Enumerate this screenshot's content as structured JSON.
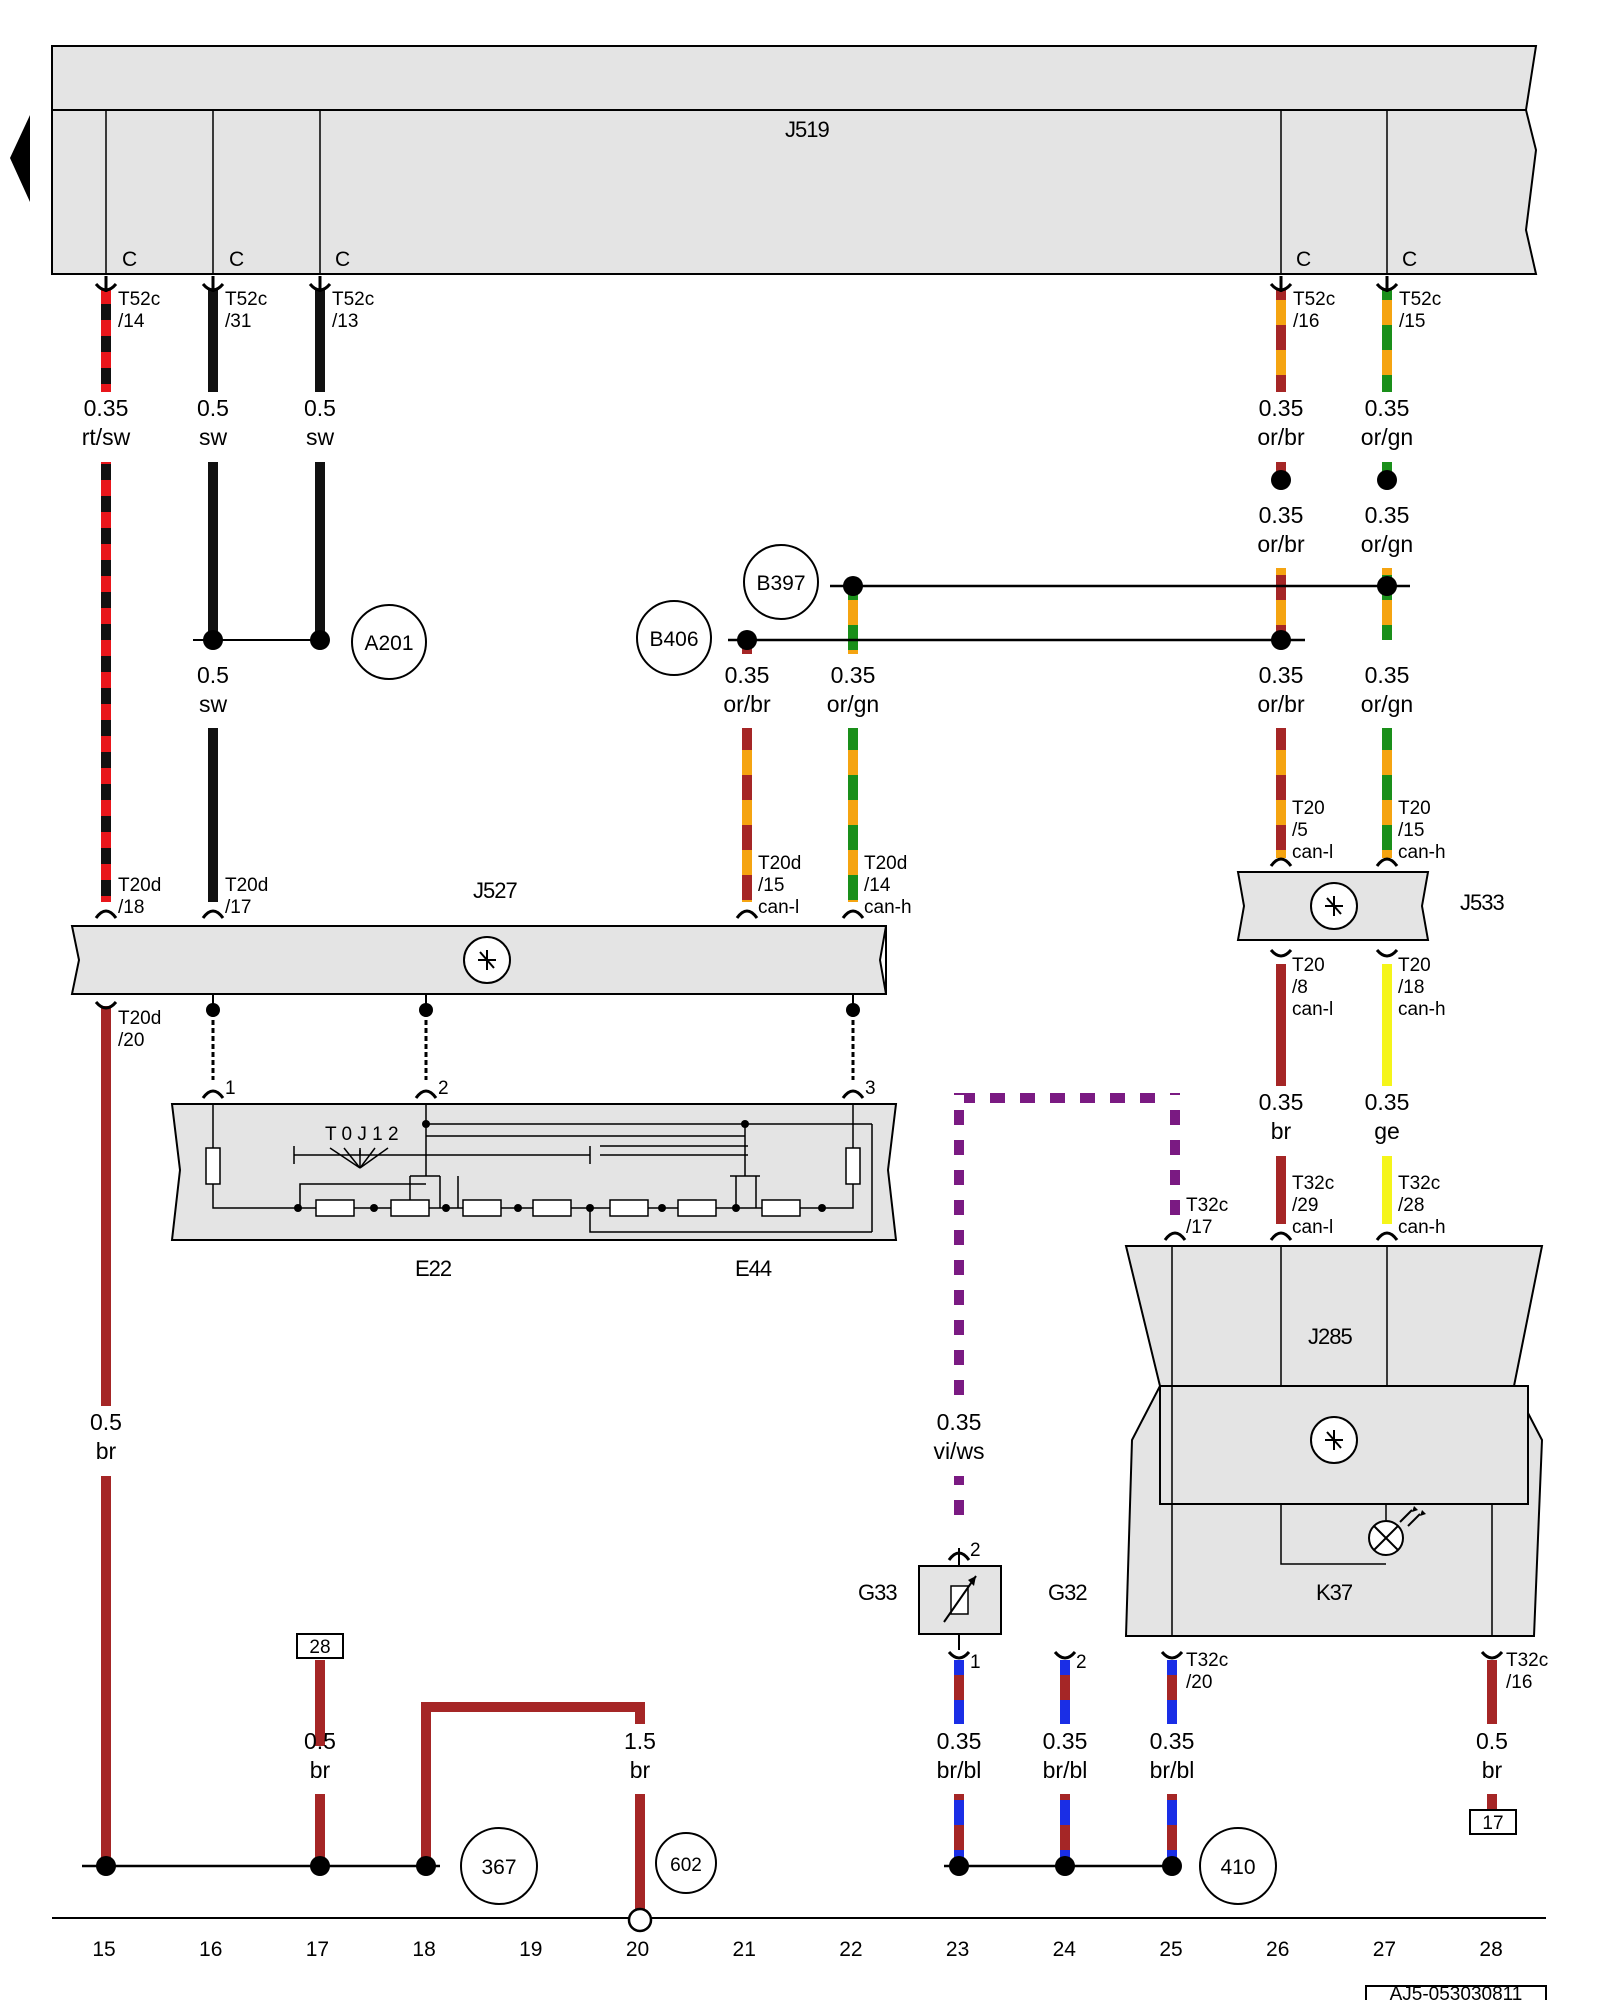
{
  "diagram": {
    "doc_id": "AJ5-053030811",
    "components": {
      "J519": "J519",
      "J527": "J527",
      "J533": "J533",
      "J285": "J285",
      "E22": "E22",
      "E44": "E44",
      "G33": "G33",
      "G32": "G32",
      "K37": "K37"
    },
    "e22_switch_label": "T 0 J 1 2",
    "connector_c": "C",
    "connectors": {
      "t52c_14": [
        "T52c",
        "/14"
      ],
      "t52c_31": [
        "T52c",
        "/31"
      ],
      "t52c_13": [
        "T52c",
        "/13"
      ],
      "t52c_16": [
        "T52c",
        "/16"
      ],
      "t52c_15": [
        "T52c",
        "/15"
      ],
      "t20d_18": [
        "T20d",
        "/18"
      ],
      "t20d_17": [
        "T20d",
        "/17"
      ],
      "t20d_15": [
        "T20d",
        "/15",
        "can-l"
      ],
      "t20d_14": [
        "T20d",
        "/14",
        "can-h"
      ],
      "t20d_20": [
        "T20d",
        "/20"
      ],
      "t20_5": [
        "T20",
        "/5",
        "can-l"
      ],
      "t20_15": [
        "T20",
        "/15",
        "can-h"
      ],
      "t20_8": [
        "T20",
        "/8",
        "can-l"
      ],
      "t20_18": [
        "T20",
        "/18",
        "can-h"
      ],
      "t32c_17": [
        "T32c",
        "/17"
      ],
      "t32c_29": [
        "T32c",
        "/29",
        "can-l"
      ],
      "t32c_28": [
        "T32c",
        "/28",
        "can-h"
      ],
      "t32c_20": [
        "T32c",
        "/20"
      ],
      "t32c_16": [
        "T32c",
        "/16"
      ],
      "pin1": "1",
      "pin2": "2",
      "pin3": "3",
      "g33_pin2": "2",
      "g33_pin1": "1",
      "g32_pin2": "2"
    },
    "wires": {
      "w15_top": [
        "0.35",
        "rt/sw"
      ],
      "w16_top": [
        "0.5",
        "sw"
      ],
      "w17_top": [
        "0.5",
        "sw"
      ],
      "w26_top": [
        "0.35",
        "or/br"
      ],
      "w27_top": [
        "0.35",
        "or/gn"
      ],
      "w26_mid": [
        "0.35",
        "or/br"
      ],
      "w27_mid": [
        "0.35",
        "or/gn"
      ],
      "w16_mid": [
        "0.5",
        "sw"
      ],
      "w22a": [
        "0.35",
        "or/br"
      ],
      "w22b": [
        "0.35",
        "or/gn"
      ],
      "w26_low": [
        "0.35",
        "or/br"
      ],
      "w27_low": [
        "0.35",
        "or/gn"
      ],
      "w26_can": [
        "0.35",
        "br"
      ],
      "w27_can": [
        "0.35",
        "ge"
      ],
      "w15_bot": [
        "0.5",
        "br"
      ],
      "w23_vi": [
        "0.35",
        "vi/ws"
      ],
      "w17_bot": [
        "0.5",
        "br"
      ],
      "w20_bot": [
        "1.5",
        "br"
      ],
      "w23_bot": [
        "0.35",
        "br/bl"
      ],
      "w24_bot": [
        "0.35",
        "br/bl"
      ],
      "w25_bot": [
        "0.35",
        "br/bl"
      ],
      "w28_bot": [
        "0.5",
        "br"
      ]
    },
    "splices": {
      "a201": "A201",
      "b397": "B397",
      "b406": "B406",
      "s367": "367",
      "s602": "602",
      "s410": "410"
    },
    "refs": {
      "ref28": "28",
      "ref17": "17"
    },
    "column_numbers": [
      "15",
      "16",
      "17",
      "18",
      "19",
      "20",
      "21",
      "22",
      "23",
      "24",
      "25",
      "26",
      "27",
      "28"
    ]
  }
}
